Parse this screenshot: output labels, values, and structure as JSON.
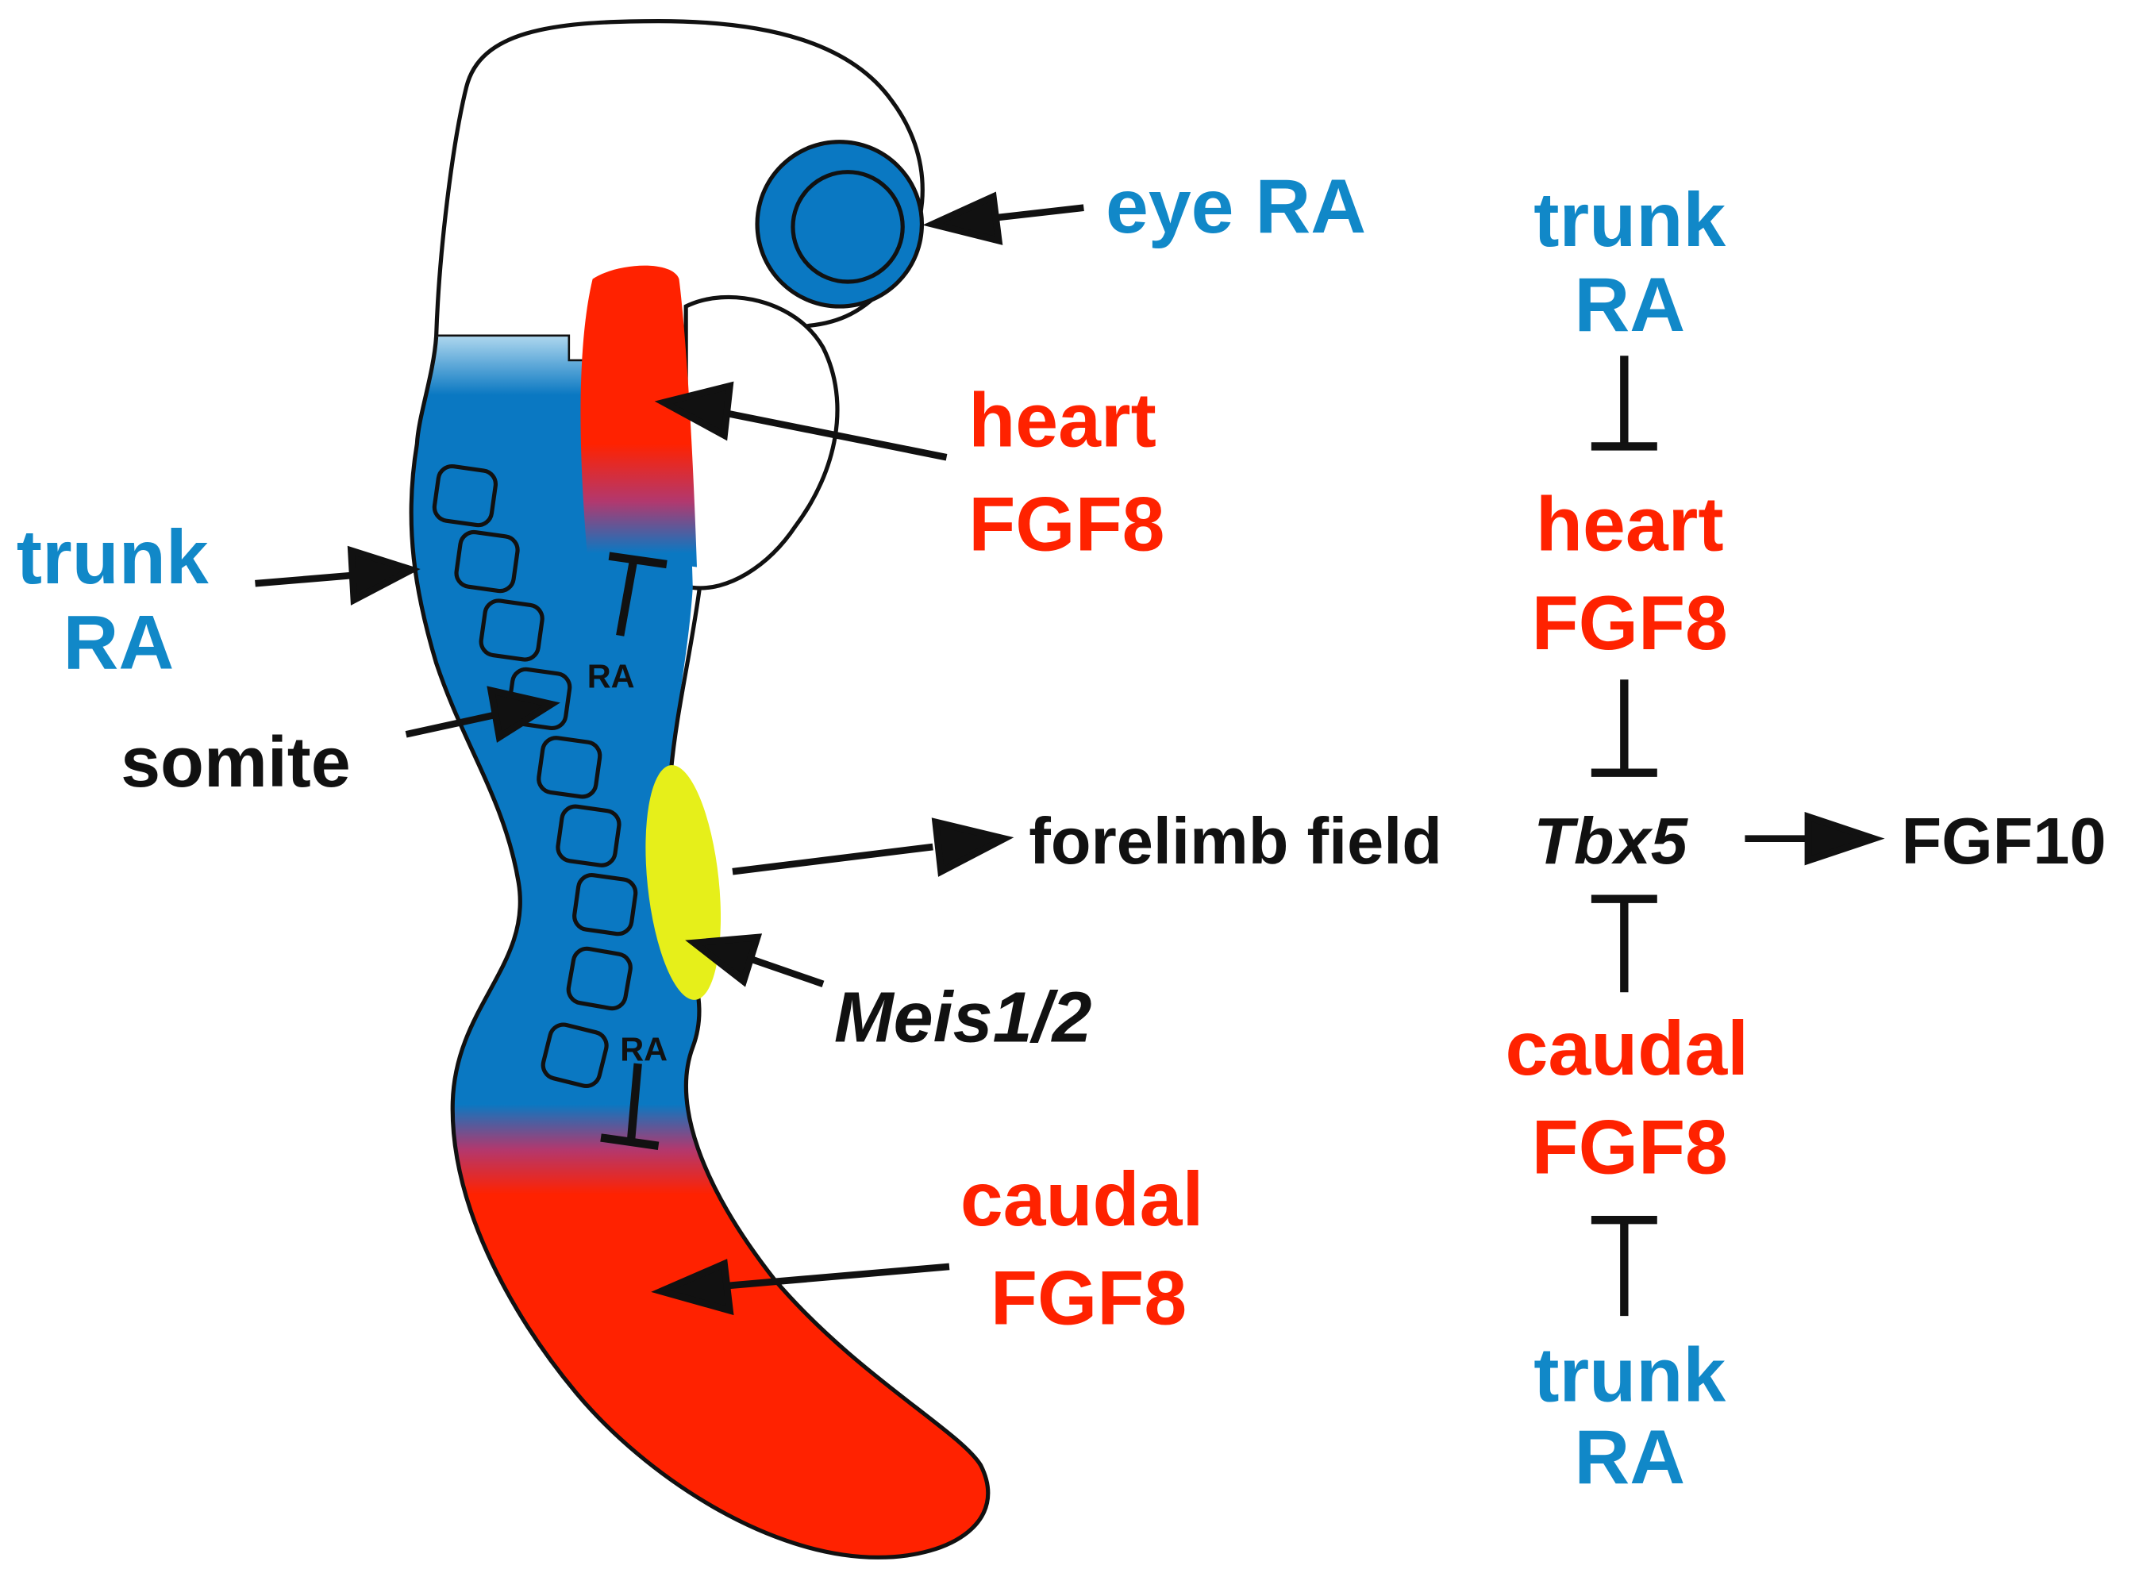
{
  "colors": {
    "ra_blue": "#0a78c2",
    "ra_text_blue": "#1188c8",
    "fgf8_red": "#ff2200",
    "meis_yellow": "#e6ef1a",
    "outline": "#111111"
  },
  "embryo_labels": {
    "eye": "eye RA",
    "heart_line1": "heart",
    "heart_line2": "FGF8",
    "trunk_line1": "trunk",
    "trunk_line2": "RA",
    "somite": "somite",
    "meis": "Meis1/2",
    "caudal_line1": "caudal",
    "caudal_line2": "FGF8",
    "ra_upper": "RA",
    "ra_lower": "RA"
  },
  "pathway": {
    "top_trunk_line1": "trunk",
    "top_trunk_line2": "RA",
    "heart_line1": "heart",
    "heart_line2": "FGF8",
    "forelimb_field": "forelimb field",
    "tbx5": "Tbx5",
    "fgf10": "FGF10",
    "caudal_line1": "caudal",
    "caudal_line2": "FGF8",
    "bottom_trunk_line1": "trunk",
    "bottom_trunk_line2": "RA"
  }
}
